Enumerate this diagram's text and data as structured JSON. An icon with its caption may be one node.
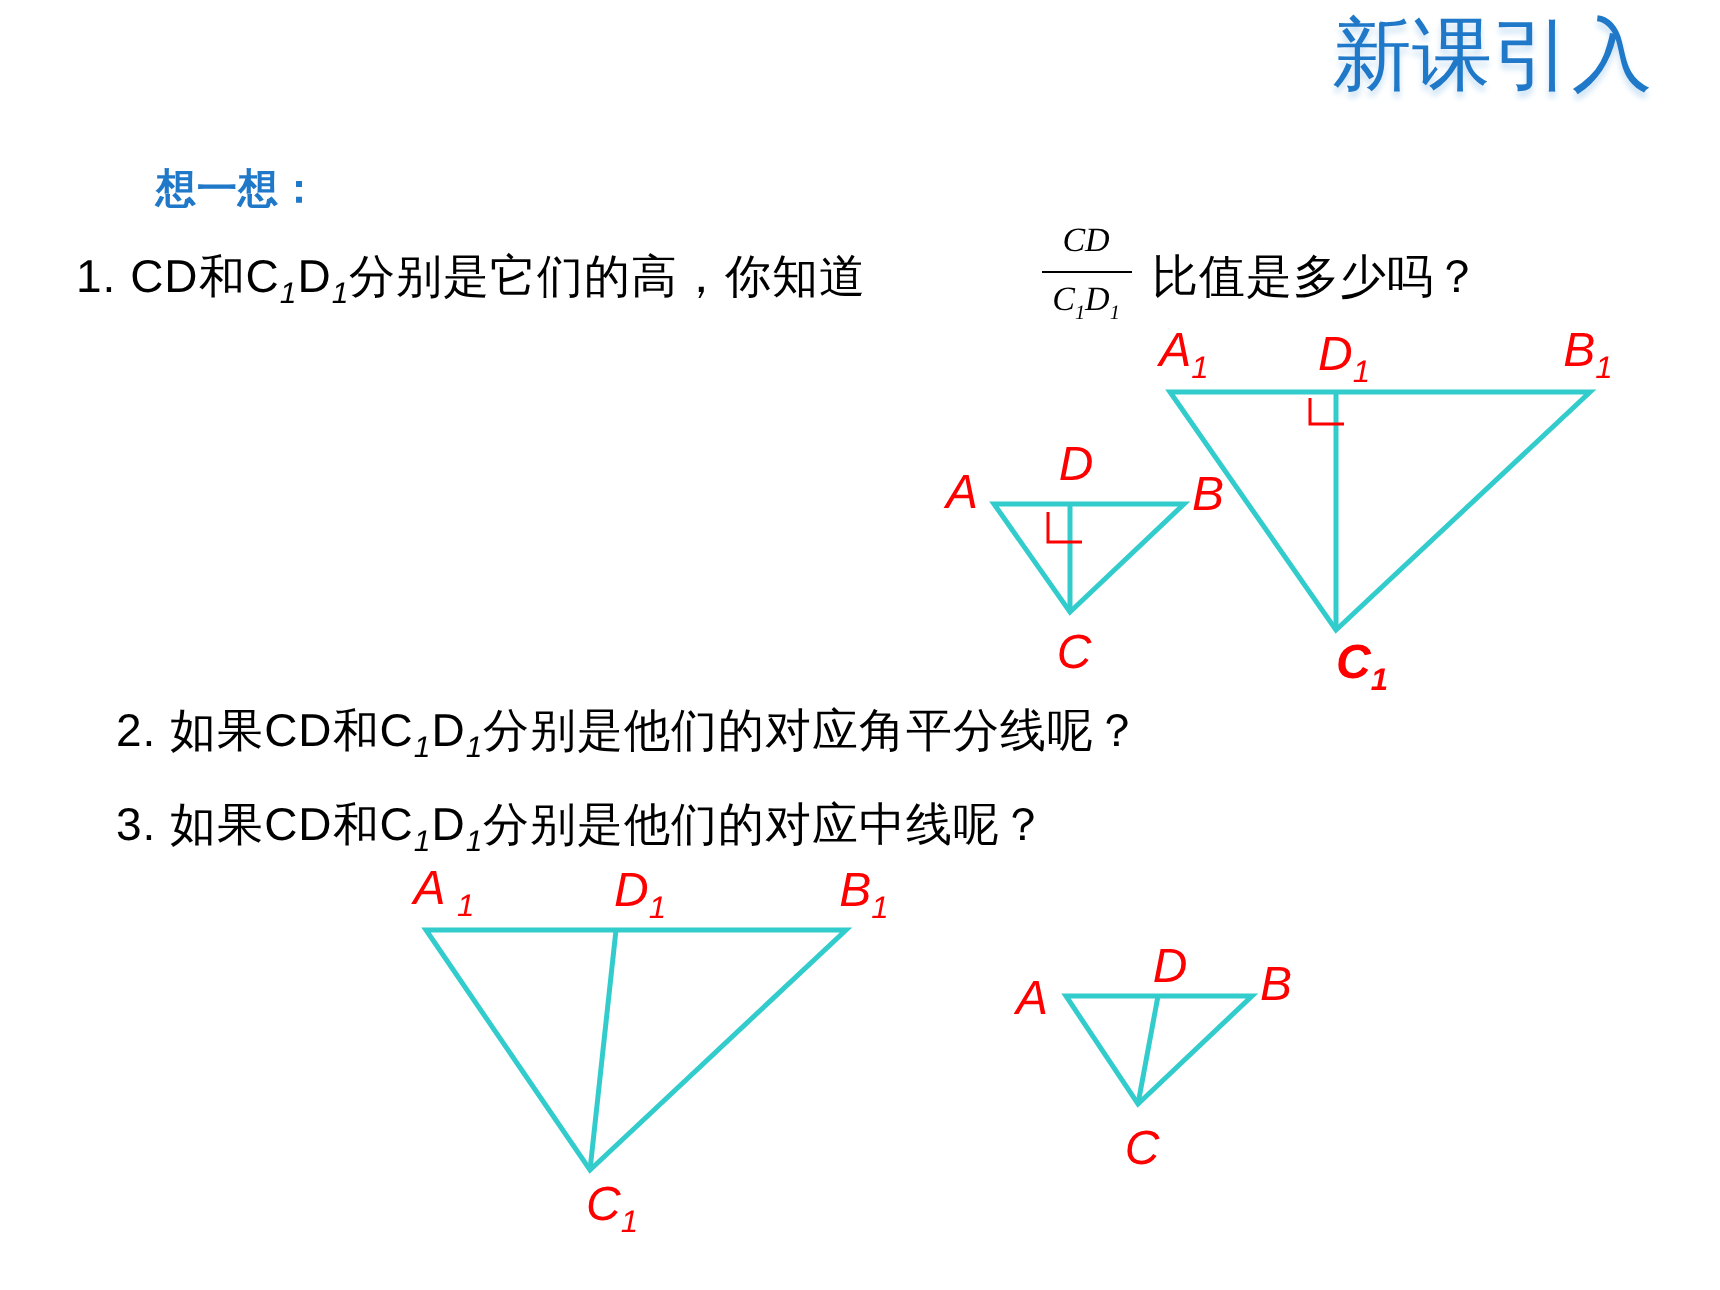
{
  "diagram": {
    "title": "新课引入",
    "labels": [
      "想一想：",
      "1. CD和C$_{1}$D$_{1}$分别是它们的高，你知道",
      "CD",
      "C$_{1}$D$_{1}$",
      "比值是多少吗？",
      "A",
      "D",
      "B",
      "C",
      "A$_{1}$",
      "D$_{1}$",
      "B$_{1}$",
      "C$_{1}$",
      "2. 如果CD和C$_{1}$D$_{1}$分别是他们的对应角平分线呢？",
      "3. 如果CD和C$_{1}$D$_{1}$分别是他们的对应中线呢？",
      "A $_{1}$",
      "D$_{1}$",
      "B$_{1}$",
      "C$_{1}$",
      "A",
      "D",
      "B",
      "C"
    ]
  }
}
